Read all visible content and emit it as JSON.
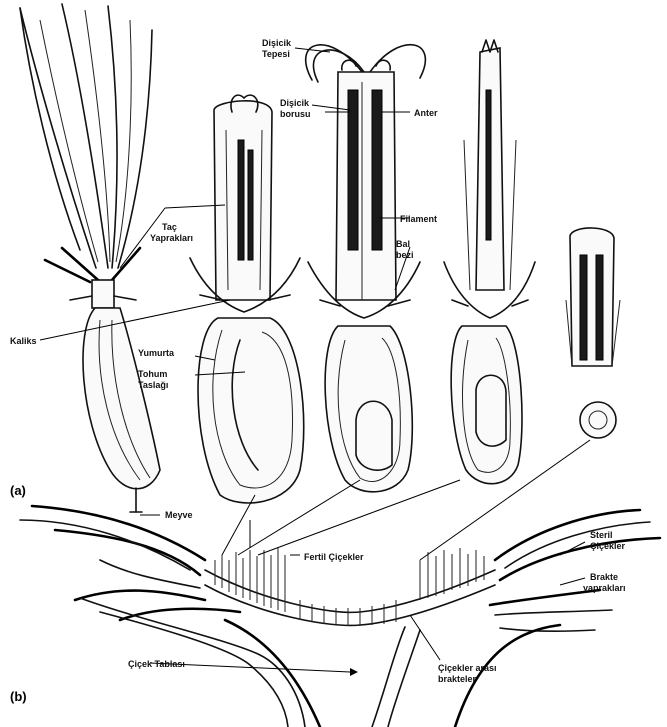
{
  "figure": {
    "panels": {
      "a": "(a)",
      "b": "(b)"
    },
    "labels": {
      "stigma": [
        "Dişicik",
        "Tepesi"
      ],
      "style": [
        "Dişicik",
        "borusu"
      ],
      "anther": "Anter",
      "corolla": [
        "Taç",
        "Yaprakları"
      ],
      "filament": "Filament",
      "nectar": [
        "Bal",
        "bezi"
      ],
      "calyx": "Kaliks",
      "ovule": "Yumurta",
      "ovary": [
        "Tohum",
        "Taslağı"
      ],
      "fruit": "Meyve",
      "fertile": "Fertil Çiçekler",
      "sterile": [
        "Steril",
        "Çiçekler"
      ],
      "bract_leaves": [
        "Brakte",
        "yaprakları"
      ],
      "receptacle": "Çiçek Tablası",
      "chaff": [
        "Çiçekler arası",
        "brakteler"
      ]
    }
  }
}
